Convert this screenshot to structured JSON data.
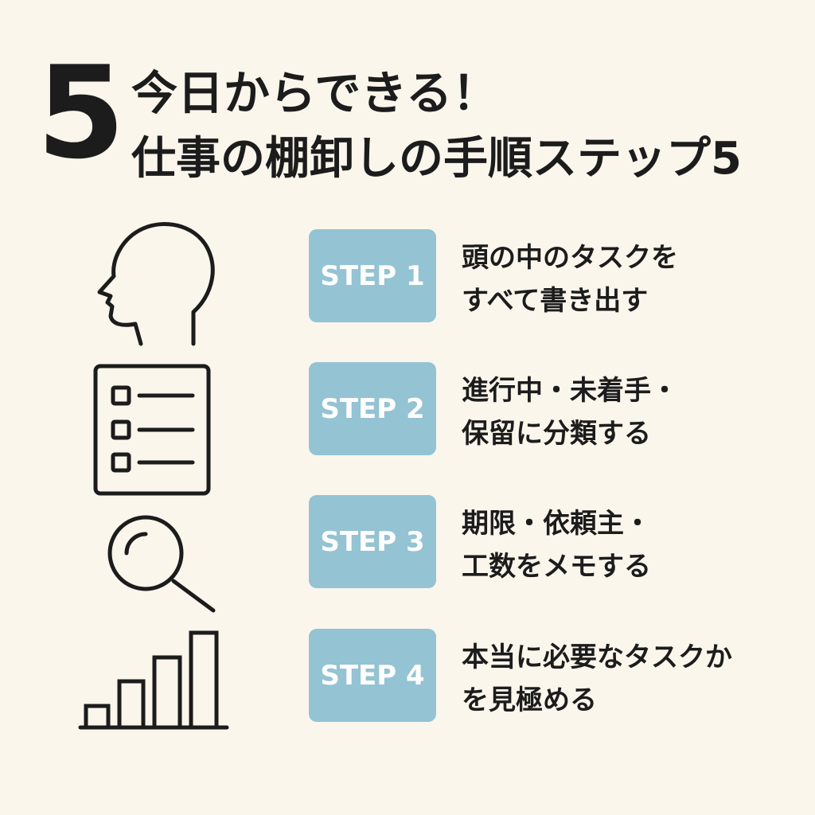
{
  "title": {
    "number": "5",
    "line1": "今日からできる！",
    "line2": "仕事の棚卸しの手順ステップ5"
  },
  "steps": [
    {
      "label": "STEP 1",
      "line1": "頭の中のタスクを",
      "line2": "すべて書き出す",
      "icon": "head-icon"
    },
    {
      "label": "STEP 2",
      "line1": "進行中・未着手・",
      "line2": "保留に分類する",
      "icon": "checklist-icon"
    },
    {
      "label": "STEP 3",
      "line1": "期限・依頼主・",
      "line2": "工数をメモする",
      "icon": "magnifier-icon"
    },
    {
      "label": "STEP 4",
      "line1": "本当に必要なタスクか",
      "line2": "を見極める",
      "icon": "bar-chart-icon"
    }
  ],
  "colors": {
    "background": "#faf6ec",
    "step_box": "#94c3d3",
    "text": "#1c1c1c"
  }
}
